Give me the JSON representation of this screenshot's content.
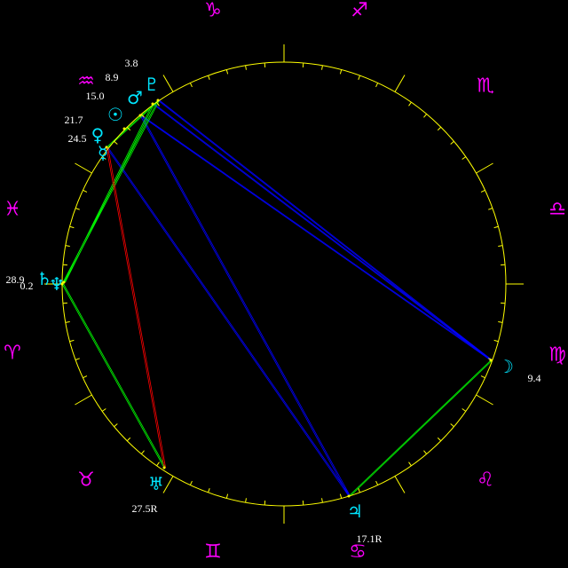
{
  "colors": {
    "background": "#000000",
    "wheel": "#ffff00",
    "sign_glyphs": "#ff00ff",
    "planet_glyphs": "#00e5ff",
    "degree_labels": "#ffffff",
    "aspect_blue": "#0000ff",
    "aspect_green": "#00ff00",
    "aspect_red": "#ff0000"
  },
  "signs": [
    {
      "name": "capricorn",
      "glyph": "♑"
    },
    {
      "name": "sagittarius",
      "glyph": "♐"
    },
    {
      "name": "scorpio",
      "glyph": "♏"
    },
    {
      "name": "libra",
      "glyph": "♎"
    },
    {
      "name": "virgo",
      "glyph": "♍"
    },
    {
      "name": "leo",
      "glyph": "♌"
    },
    {
      "name": "cancer",
      "glyph": "♋"
    },
    {
      "name": "gemini",
      "glyph": "♊"
    },
    {
      "name": "taurus",
      "glyph": "♉"
    },
    {
      "name": "aries",
      "glyph": "♈"
    },
    {
      "name": "pisces",
      "glyph": "♓"
    },
    {
      "name": "aquarius",
      "glyph": "♒"
    }
  ],
  "planets": [
    {
      "name": "pluto",
      "glyph": "♇",
      "degree": "3.8"
    },
    {
      "name": "mars",
      "glyph": "♂",
      "degree": "8.9"
    },
    {
      "name": "sun",
      "glyph": "☉",
      "degree": "15.0"
    },
    {
      "name": "venus",
      "glyph": "♀",
      "degree": "21.7"
    },
    {
      "name": "mercury",
      "glyph": "☿",
      "degree": "24.5"
    },
    {
      "name": "saturn",
      "glyph": "♄",
      "degree": "28.9"
    },
    {
      "name": "neptune",
      "glyph": "♆",
      "degree": "0.2"
    },
    {
      "name": "moon",
      "glyph": "☽",
      "degree": "9.4"
    },
    {
      "name": "jupiter",
      "glyph": "♃",
      "degree": "17.1R"
    },
    {
      "name": "uranus",
      "glyph": "♅",
      "degree": "27.5R"
    }
  ],
  "aspects": [
    {
      "from": "pluto",
      "to": "moon",
      "color": "blue"
    },
    {
      "from": "mars",
      "to": "moon",
      "color": "blue"
    },
    {
      "from": "sun",
      "to": "moon",
      "color": "blue"
    },
    {
      "from": "sun",
      "to": "jupiter",
      "color": "blue"
    },
    {
      "from": "mercury",
      "to": "jupiter",
      "color": "blue"
    },
    {
      "from": "moon",
      "to": "jupiter",
      "color": "green"
    },
    {
      "from": "saturn",
      "to": "pluto",
      "color": "green"
    },
    {
      "from": "neptune",
      "to": "mars",
      "color": "green"
    },
    {
      "from": "saturn",
      "to": "uranus",
      "color": "green"
    },
    {
      "from": "mercury",
      "to": "pluto",
      "color": "green"
    },
    {
      "from": "mercury",
      "to": "uranus",
      "color": "red"
    }
  ]
}
